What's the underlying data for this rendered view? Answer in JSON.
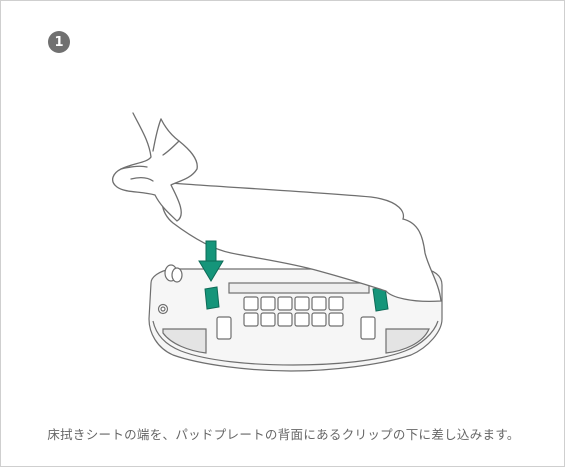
{
  "step": {
    "number": "1"
  },
  "caption": "床拭きシートの端を、パッドプレートの背面にあるクリップの下に差し込みます。",
  "colors": {
    "accent_green": "#15957a",
    "line": "#6f6f6f",
    "plate_fill": "#f4f4f4",
    "badge": "#707070"
  },
  "icons": [
    "step-number-badge",
    "hand",
    "cleaning-sheet",
    "down-arrow-icon",
    "clip",
    "pad-plate"
  ]
}
